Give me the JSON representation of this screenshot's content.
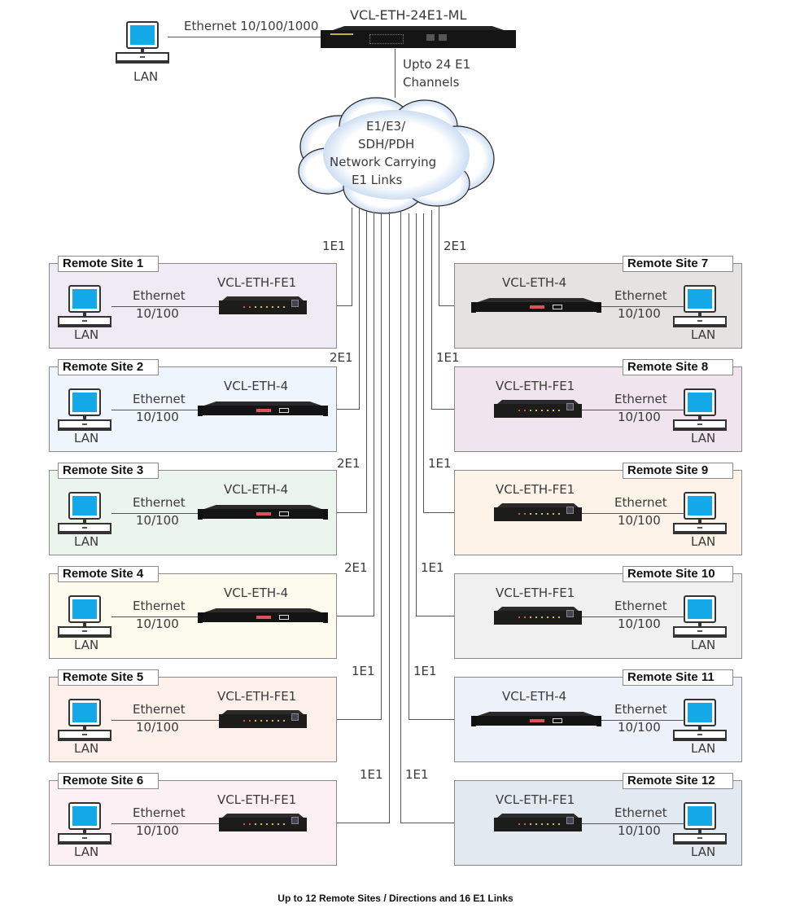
{
  "central": {
    "device": "VCL-ETH-24E1-ML",
    "lan_label": "LAN",
    "ethernet_label": "Ethernet 10/100/1000",
    "channels_label_line1": "Upto 24 E1",
    "channels_label_line2": "Channels"
  },
  "cloud": {
    "line1": "E1/E3/",
    "line2": "SDH/PDH",
    "line3": "Network Carrying",
    "line4": "E1 Links"
  },
  "sites": [
    {
      "title": "Remote Site 1",
      "device": "VCL-ETH-FE1",
      "eth1": "Ethernet",
      "eth2": "10/100",
      "lan": "LAN",
      "link": "1E1",
      "bg": "#eeebf5"
    },
    {
      "title": "Remote Site 2",
      "device": "VCL-ETH-4",
      "eth1": "Ethernet",
      "eth2": "10/100",
      "lan": "LAN",
      "link": "2E1",
      "bg": "#eef5fc"
    },
    {
      "title": "Remote Site 3",
      "device": "VCL-ETH-4",
      "eth1": "Ethernet",
      "eth2": "10/100",
      "lan": "LAN",
      "link": "2E1",
      "bg": "#ecf4ee"
    },
    {
      "title": "Remote Site 4",
      "device": "VCL-ETH-4",
      "eth1": "Ethernet",
      "eth2": "10/100",
      "lan": "LAN",
      "link": "2E1",
      "bg": "#fdfbee"
    },
    {
      "title": "Remote Site 5",
      "device": "VCL-ETH-FE1",
      "eth1": "Ethernet",
      "eth2": "10/100",
      "lan": "LAN",
      "link": "1E1",
      "bg": "#fdf0ea"
    },
    {
      "title": "Remote Site 6",
      "device": "VCL-ETH-FE1",
      "eth1": "Ethernet",
      "eth2": "10/100",
      "lan": "LAN",
      "link": "1E1",
      "bg": "#fcf0f4"
    },
    {
      "title": "Remote Site 7",
      "device": "VCL-ETH-4",
      "eth1": "Ethernet",
      "eth2": "10/100",
      "lan": "LAN",
      "link": "2E1",
      "bg": "#e4e3e1"
    },
    {
      "title": "Remote Site 8",
      "device": "VCL-ETH-FE1",
      "eth1": "Ethernet",
      "eth2": "10/100",
      "lan": "LAN",
      "link": "1E1",
      "bg": "#f0e4ee"
    },
    {
      "title": "Remote Site 9",
      "device": "VCL-ETH-FE1",
      "eth1": "Ethernet",
      "eth2": "10/100",
      "lan": "LAN",
      "link": "1E1",
      "bg": "#fdf3e8"
    },
    {
      "title": "Remote Site 10",
      "device": "VCL-ETH-FE1",
      "eth1": "Ethernet",
      "eth2": "10/100",
      "lan": "LAN",
      "link": "1E1",
      "bg": "#f0f0f0"
    },
    {
      "title": "Remote Site 11",
      "device": "VCL-ETH-4",
      "eth1": "Ethernet",
      "eth2": "10/100",
      "lan": "LAN",
      "link": "1E1",
      "bg": "#edf1fa"
    },
    {
      "title": "Remote Site 12",
      "device": "VCL-ETH-FE1",
      "eth1": "Ethernet",
      "eth2": "10/100",
      "lan": "LAN",
      "link": "1E1",
      "bg": "#e3e9f0"
    }
  ],
  "caption": "Up to 12 Remote Sites / Directions and 16 E1 Links",
  "colors": {
    "screen": "#13a8e8",
    "cloud_shade": "#a9c6ea",
    "device_red": "#e0525a"
  }
}
